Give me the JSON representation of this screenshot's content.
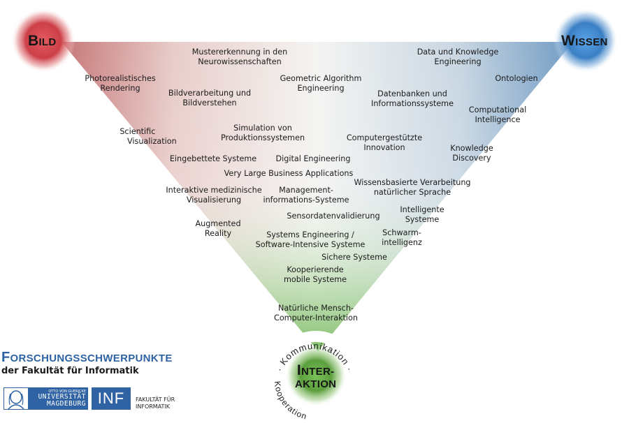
{
  "corners": {
    "bild": {
      "first": "B",
      "rest": "ILD"
    },
    "wissen": {
      "first": "W",
      "rest": "ISSEN"
    },
    "interaktion": {
      "line1_first": "I",
      "line1_rest": "NTER-",
      "line2": "AKTION"
    },
    "ring_text_top": "· Kommunikation ·",
    "ring_text_bottom": "Kooperation"
  },
  "topics": [
    {
      "text": "Mustererkennung in den\nNeurowissenschaften"
    },
    {
      "text": "Data und Knowledge\nEngineering"
    },
    {
      "text": "Photorealistisches\nRendering"
    },
    {
      "text": "Geometric Algorithm\nEngineering"
    },
    {
      "text": "Ontologien"
    },
    {
      "text": "Bildverarbeitung und\nBildverstehen"
    },
    {
      "text": "Datenbanken und\nInformationssysteme"
    },
    {
      "text": "Computational\nIntelligence"
    },
    {
      "text": "Scientific\n   Visualization"
    },
    {
      "text": "Simulation von\nProduktionssystemen"
    },
    {
      "text": "Computergestützte\nInnovation"
    },
    {
      "text": "Knowledge\nDiscovery"
    },
    {
      "text": "Eingebettete Systeme"
    },
    {
      "text": "Digital Engineering"
    },
    {
      "text": "Very Large Business Applications"
    },
    {
      "text": "Wissensbasierte Verarbeitung\nnatürlicher Sprache"
    },
    {
      "text": "Interaktive medizinische\nVisualisierung"
    },
    {
      "text": "Management-\ninformations-Systeme"
    },
    {
      "text": "Intelligente\nSysteme"
    },
    {
      "text": "Sensordatenvalidierung"
    },
    {
      "text": "Augmented\nReality"
    },
    {
      "text": "Schwarm-\nintelligenz"
    },
    {
      "text": "Systems Engineering /\nSoftware-Intensive Systeme"
    },
    {
      "text": "Sichere Systeme"
    },
    {
      "text": "Kooperierende\nmobile Systeme"
    },
    {
      "text": "Natürliche Mensch-\nComputer-Interaktion"
    }
  ],
  "footer": {
    "heading_first": "F",
    "heading_rest": "ORSCHUNGSSCHWERPUNKTE",
    "subheading": "der Fakultät für Informatik",
    "ovgu_small": "OTTO VON GUERICKE",
    "ovgu_line1": "UNIVERSITÄT",
    "ovgu_line2": "MAGDEBURG",
    "inf_logo": "INF",
    "faculty_text": "FAKULTÄT FÜR\nINFORMATIK"
  },
  "colors": {
    "bild": "#c9454a",
    "wissen": "#3e83c6",
    "interaktion": "#5aa23e",
    "heading_blue": "#2e63a3"
  }
}
